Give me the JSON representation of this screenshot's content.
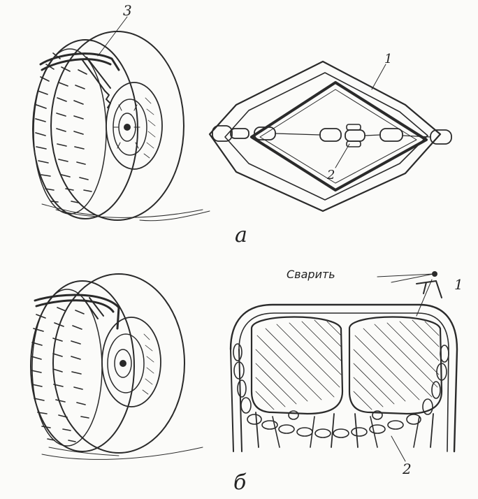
{
  "figure": {
    "part_a": {
      "caption": "а",
      "callouts": {
        "tire_chain_top": "3",
        "plate_top": "1",
        "plate_bottom": "2"
      }
    },
    "part_b": {
      "caption": "б",
      "weld_note": "Сварить",
      "callouts": {
        "weld_symbol": "1",
        "chain_bottom": "2"
      }
    }
  },
  "colors": {
    "ink": "#2a2a2a",
    "paper": "#fbfbf9"
  }
}
